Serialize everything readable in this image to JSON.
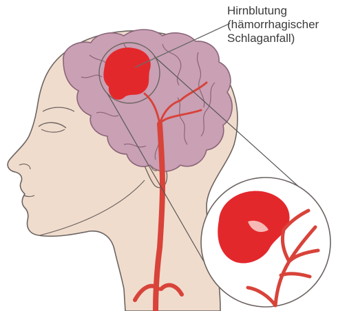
{
  "callout": {
    "line1": "Hirnblutung",
    "line2": "(hämorrhagischer",
    "line3": "Schlaganfall)"
  },
  "colors": {
    "skin": "#f0dccd",
    "skin_outline": "#6b6360",
    "brain": "#c9a0b4",
    "brain_outline": "#8a6478",
    "blood": "#e3282c",
    "vessel": "#d8433a",
    "leader_line": "#6a6a6a"
  }
}
